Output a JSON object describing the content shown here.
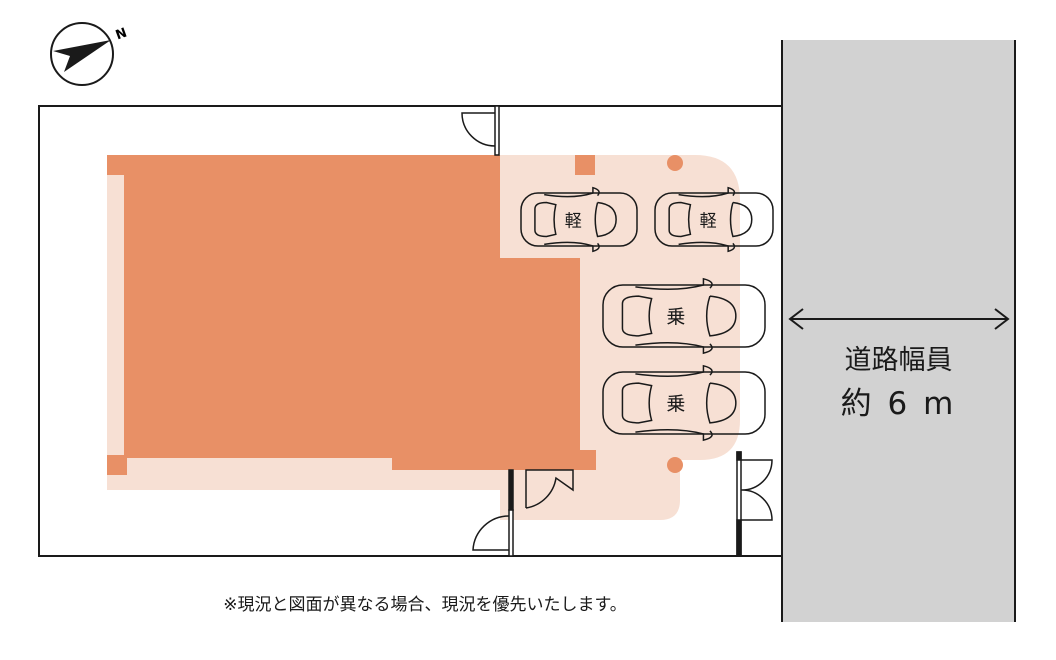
{
  "compass": {
    "label": "N"
  },
  "cars": [
    {
      "label": "軽",
      "type": "kei"
    },
    {
      "label": "軽",
      "type": "kei"
    },
    {
      "label": "乗",
      "type": "passenger"
    },
    {
      "label": "乗",
      "type": "passenger"
    }
  ],
  "road": {
    "label": "道路幅員",
    "width": "約 6 m"
  },
  "note": "※現況と図面が異なる場合、現況を優先いたします。",
  "colors": {
    "building": "#e89066",
    "parking": "#f7e0d4",
    "road": "#d2d2d2",
    "line": "#1a1a1a"
  }
}
